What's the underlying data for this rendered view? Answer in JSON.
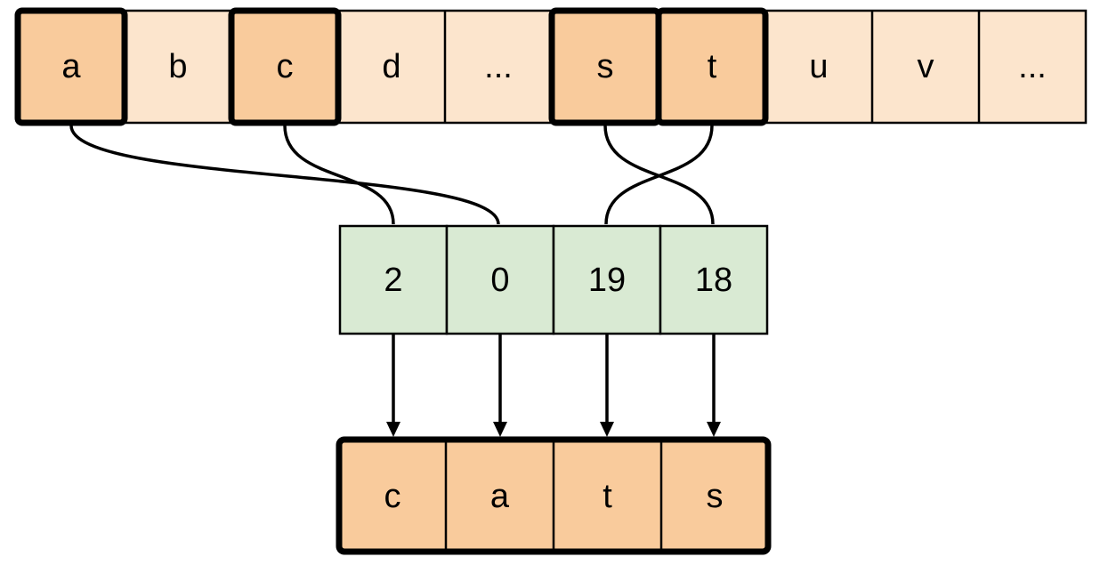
{
  "colors": {
    "light_cell": "#FCE5CD",
    "highlight_cell": "#F9CB9C",
    "index_cell": "#D9EAD3",
    "line": "#000000"
  },
  "alphabet_row": {
    "cells": [
      {
        "label": "a",
        "highlighted": true
      },
      {
        "label": "b",
        "highlighted": false
      },
      {
        "label": "c",
        "highlighted": true
      },
      {
        "label": "d",
        "highlighted": false
      },
      {
        "label": "...",
        "highlighted": false
      },
      {
        "label": "s",
        "highlighted": true
      },
      {
        "label": "t",
        "highlighted": true
      },
      {
        "label": "u",
        "highlighted": false
      },
      {
        "label": "v",
        "highlighted": false
      },
      {
        "label": "...",
        "highlighted": false
      }
    ]
  },
  "index_row": {
    "cells": [
      {
        "label": "2"
      },
      {
        "label": "0"
      },
      {
        "label": "19"
      },
      {
        "label": "18"
      }
    ]
  },
  "result_row": {
    "cells": [
      {
        "label": "c"
      },
      {
        "label": "a"
      },
      {
        "label": "t"
      },
      {
        "label": "s"
      }
    ]
  }
}
